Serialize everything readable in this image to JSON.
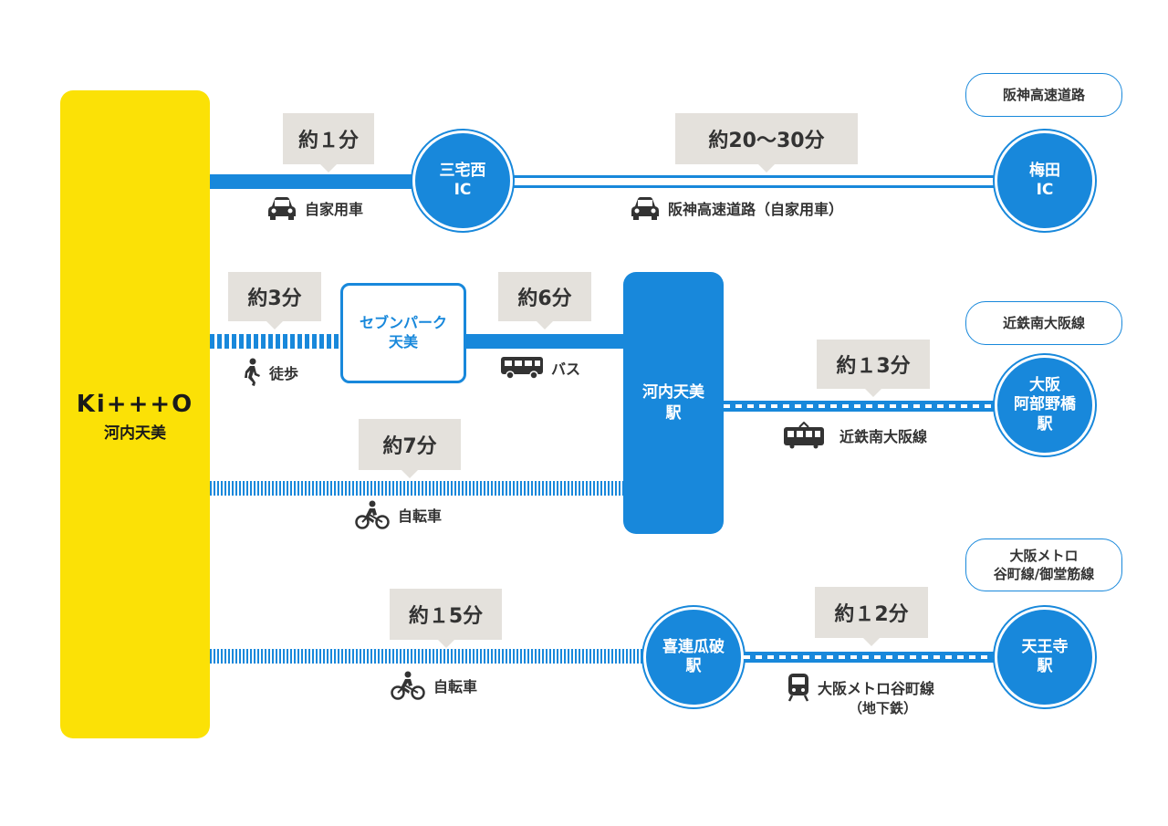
{
  "origin": {
    "logo": "Ki+++O",
    "name": "河内天美"
  },
  "colors": {
    "accent": "#1888DB",
    "origin_yellow": "#FBE106",
    "callout_bg": "#E4E1DC"
  },
  "routes": {
    "car": {
      "time1": "約１分",
      "mode1": "自家用車",
      "station1": [
        "三宅西",
        "IC"
      ],
      "time2": "約20～30分",
      "mode2": "阪神高速道路（自家用車）",
      "line_label": "阪神高速道路",
      "station2": [
        "梅田",
        "IC"
      ],
      "icon": "car-icon"
    },
    "bus": {
      "time_walk": "約3分",
      "mode_walk": "徒歩",
      "park": [
        "セブンパーク",
        "天美"
      ],
      "time_bus": "約6分",
      "mode_bus": "バス",
      "station": [
        "河内天美",
        "駅"
      ],
      "time_rail": "約１3分",
      "mode_rail": "近鉄南大阪線",
      "line_label": "近鉄南大阪線",
      "dest": [
        "大阪",
        "阿部野橋",
        "駅"
      ]
    },
    "bike1": {
      "time": "約7分",
      "mode": "自転車"
    },
    "bike2": {
      "time": "約１5分",
      "mode": "自転車",
      "station": [
        "喜連瓜破",
        "駅"
      ],
      "time_rail": "約１2分",
      "mode_rail": "大阪メトロ谷町線",
      "mode_rail_sub": "（地下鉄）",
      "line_label": [
        "大阪メトロ",
        "谷町線/御堂筋線"
      ],
      "dest": [
        "天王寺",
        "駅"
      ]
    }
  }
}
